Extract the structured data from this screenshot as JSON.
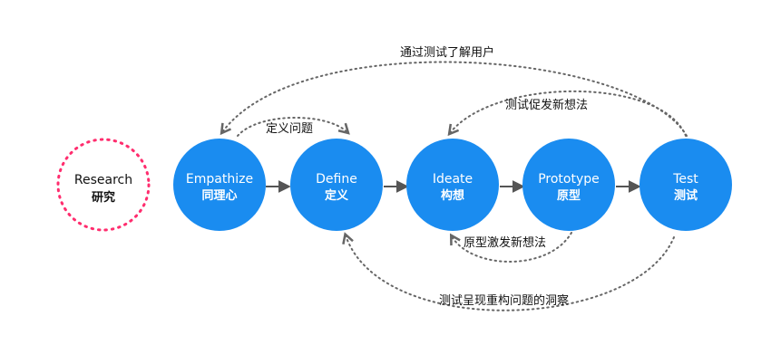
{
  "colors": {
    "node_fill": "#1a8cf0",
    "research_ring": "#ff2d6e",
    "connector": "#555555",
    "dotted_loop": "#666666"
  },
  "research": {
    "label_en": "Research",
    "label_zh": "研究"
  },
  "stages": [
    {
      "label_en": "Empathize",
      "label_zh": "同理心"
    },
    {
      "label_en": "Define",
      "label_zh": "定义"
    },
    {
      "label_en": "Ideate",
      "label_zh": "构想"
    },
    {
      "label_en": "Prototype",
      "label_zh": "原型"
    },
    {
      "label_en": "Test",
      "label_zh": "测试"
    }
  ],
  "loops": {
    "test_to_empathize": "通过测试了解用户",
    "empathize_to_define": "定义问题",
    "test_to_ideate": "测试促发新想法",
    "prototype_to_ideate": "原型激发新想法",
    "test_to_define": "测试呈现重构问题的洞察"
  }
}
